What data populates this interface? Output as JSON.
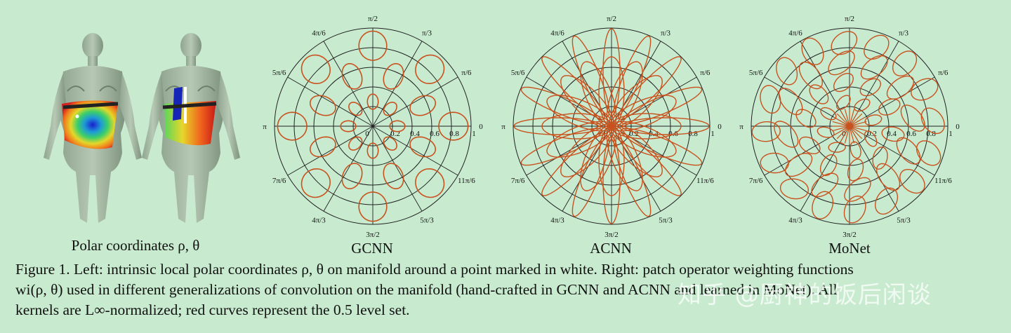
{
  "left_panel": {
    "caption": "Polar coordinates ρ, θ"
  },
  "angle_labels": [
    "0",
    "π/6",
    "π/3",
    "π/2",
    "4π/6",
    "5π/6",
    "π",
    "7π/6",
    "4π/3",
    "3π/2",
    "5π/3",
    "11π/6"
  ],
  "radial_labels": [
    "0",
    "0.2",
    "0.4",
    "0.6",
    "0.8",
    "1"
  ],
  "chart_data": [
    {
      "type": "polar",
      "title": "GCNN",
      "rlim": [
        0,
        1
      ],
      "series": [
        {
          "level_set": 0.5,
          "color": "#c8521e"
        }
      ]
    },
    {
      "type": "polar",
      "title": "ACNN",
      "rlim": [
        0,
        1
      ],
      "series": [
        {
          "level_set": 0.5,
          "color": "#c8521e"
        }
      ]
    },
    {
      "type": "polar",
      "title": "MoNet",
      "rlim": [
        0,
        1
      ],
      "series": [
        {
          "level_set": 0.5,
          "color": "#c8521e"
        }
      ]
    }
  ],
  "caption": {
    "line1": "Figure 1. Left: intrinsic local polar coordinates ρ, θ on manifold around a point marked in white. Right: patch operator weighting functions",
    "line2": "wi(ρ, θ) used in different generalizations of convolution on the manifold (hand-crafted in GCNN and ACNN and learned in MoNet). All",
    "line3": "kernels are L∞-normalized; red curves represent the 0.5 level set."
  },
  "watermark": "知乎 @厨神的饭后闲谈"
}
